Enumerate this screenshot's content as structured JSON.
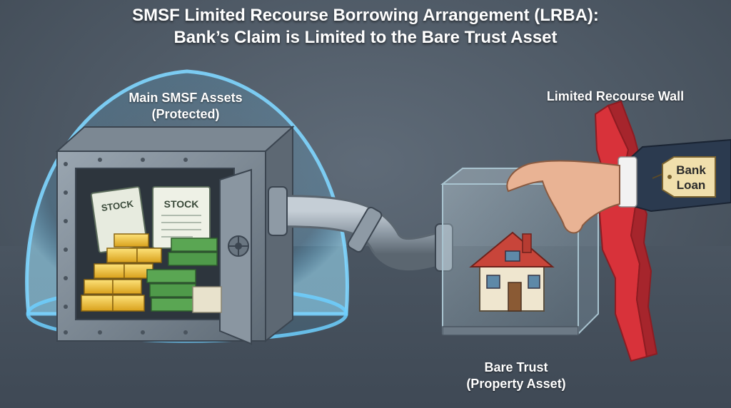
{
  "title": {
    "line1": "SMSF Limited Recourse Borrowing Arrangement (LRBA):",
    "line2": "Bank’s Claim is Limited to the Bare Trust Asset"
  },
  "labels": {
    "main_assets": {
      "line1": "Main SMSF Assets",
      "line2": "(Protected)"
    },
    "wall": "Limited Recourse Wall",
    "bare_trust": {
      "line1": "Bare Trust",
      "line2": "(Property Asset)"
    }
  },
  "certificates": {
    "left": "STOCK",
    "right": "STOCK"
  },
  "bank_tag": {
    "line1": "Bank",
    "line2": "Loan"
  },
  "colors": {
    "dome": "#5ec8ff",
    "wall": "#d8323a",
    "gold": "#f2c230",
    "cash": "#4f9a4a",
    "house_roof": "#c8453a"
  }
}
